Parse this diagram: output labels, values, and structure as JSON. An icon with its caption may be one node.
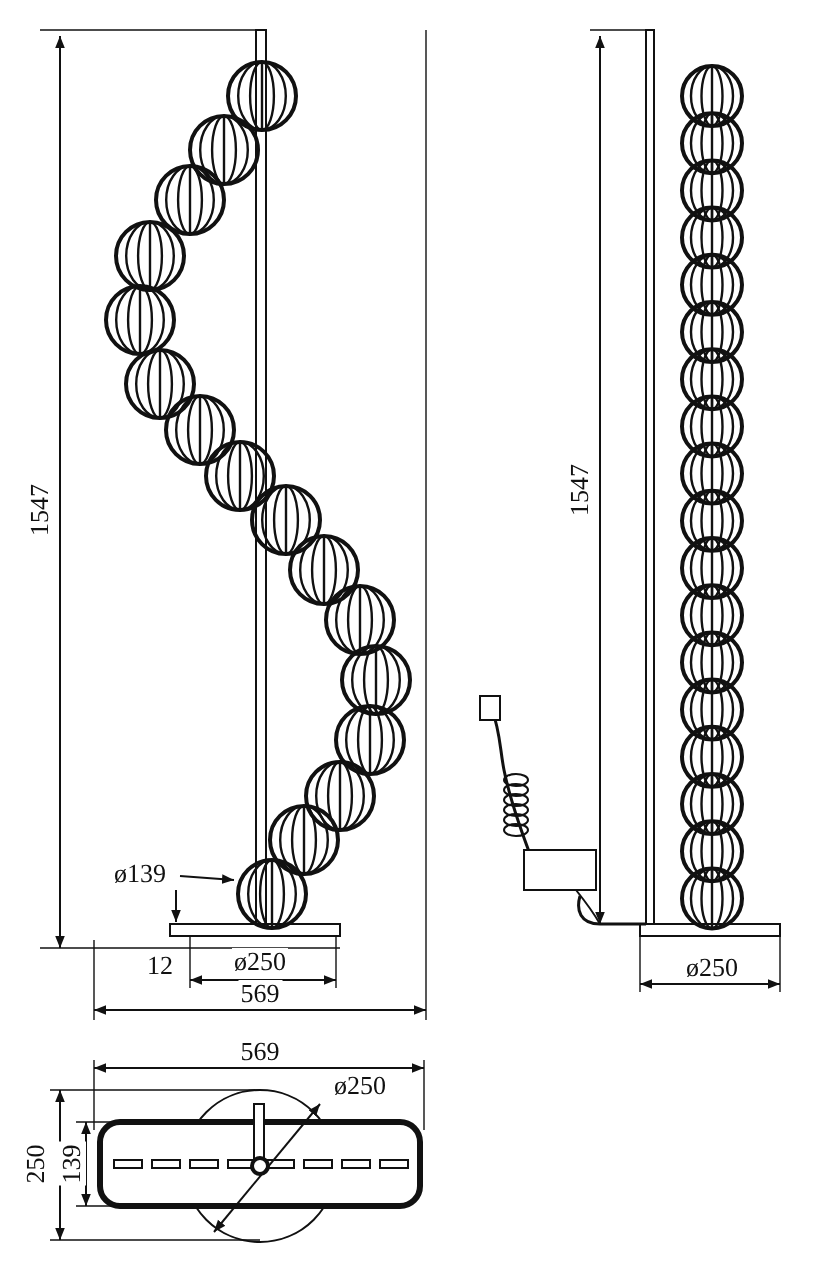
{
  "diagram": {
    "labels": [
      "1547",
      "ø139",
      "12",
      "ø250",
      "569",
      "1547",
      "ø250",
      "569",
      "ø250",
      "250",
      "139"
    ]
  }
}
